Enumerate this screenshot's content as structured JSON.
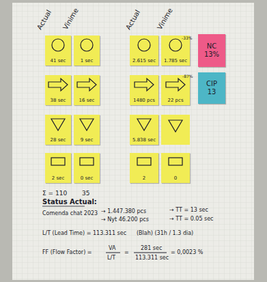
{
  "diagram": {
    "nodes": [
      {
        "text": [
          "41 sec"
        ]
      },
      {
        "text": [
          "1 sec"
        ]
      },
      {
        "text": [
          "2.615 sec"
        ]
      },
      {
        "text": [
          "1.785 sec"
        ]
      },
      {
        "text": [
          "NC",
          "13%"
        ]
      },
      {
        "text": [
          "38 sec"
        ]
      },
      {
        "text": [
          "16 sec"
        ]
      },
      {
        "text": [
          "1480 pcs"
        ]
      },
      {
        "text": [
          "22 pcs"
        ]
      },
      {
        "text": [
          "CIP",
          "13"
        ]
      },
      {
        "text": [
          "28 sec"
        ]
      },
      {
        "text": [
          "9 sec"
        ]
      },
      {
        "text": [
          "5.838 sec"
        ]
      },
      {
        "text": [
          "2 sec"
        ]
      },
      {
        "text": [
          "0 sec"
        ]
      },
      {
        "text": [
          "2"
        ]
      },
      {
        "text": [
          "0"
        ]
      }
    ],
    "labels": [
      "Actual",
      "Vinime",
      "Actual",
      "Vinime",
      "-33%",
      "-87%",
      "Σ = 110",
      "35",
      "Status Actual:",
      "Comenda chat 2023",
      "→ 1.447.380 pcs",
      "→ TT = 13 sec",
      "→ Nyt 46.200 pcs",
      "→ TT = 0.05 sec",
      "L/T (Lead Time) = 113.311 sec",
      "(Blah) (31h / 1.3 dia)",
      "FF (Flow Factor) =",
      "VA",
      "L/T",
      "=",
      "281 sec",
      "113.311 sec",
      "= 0,0023 %"
    ]
  }
}
